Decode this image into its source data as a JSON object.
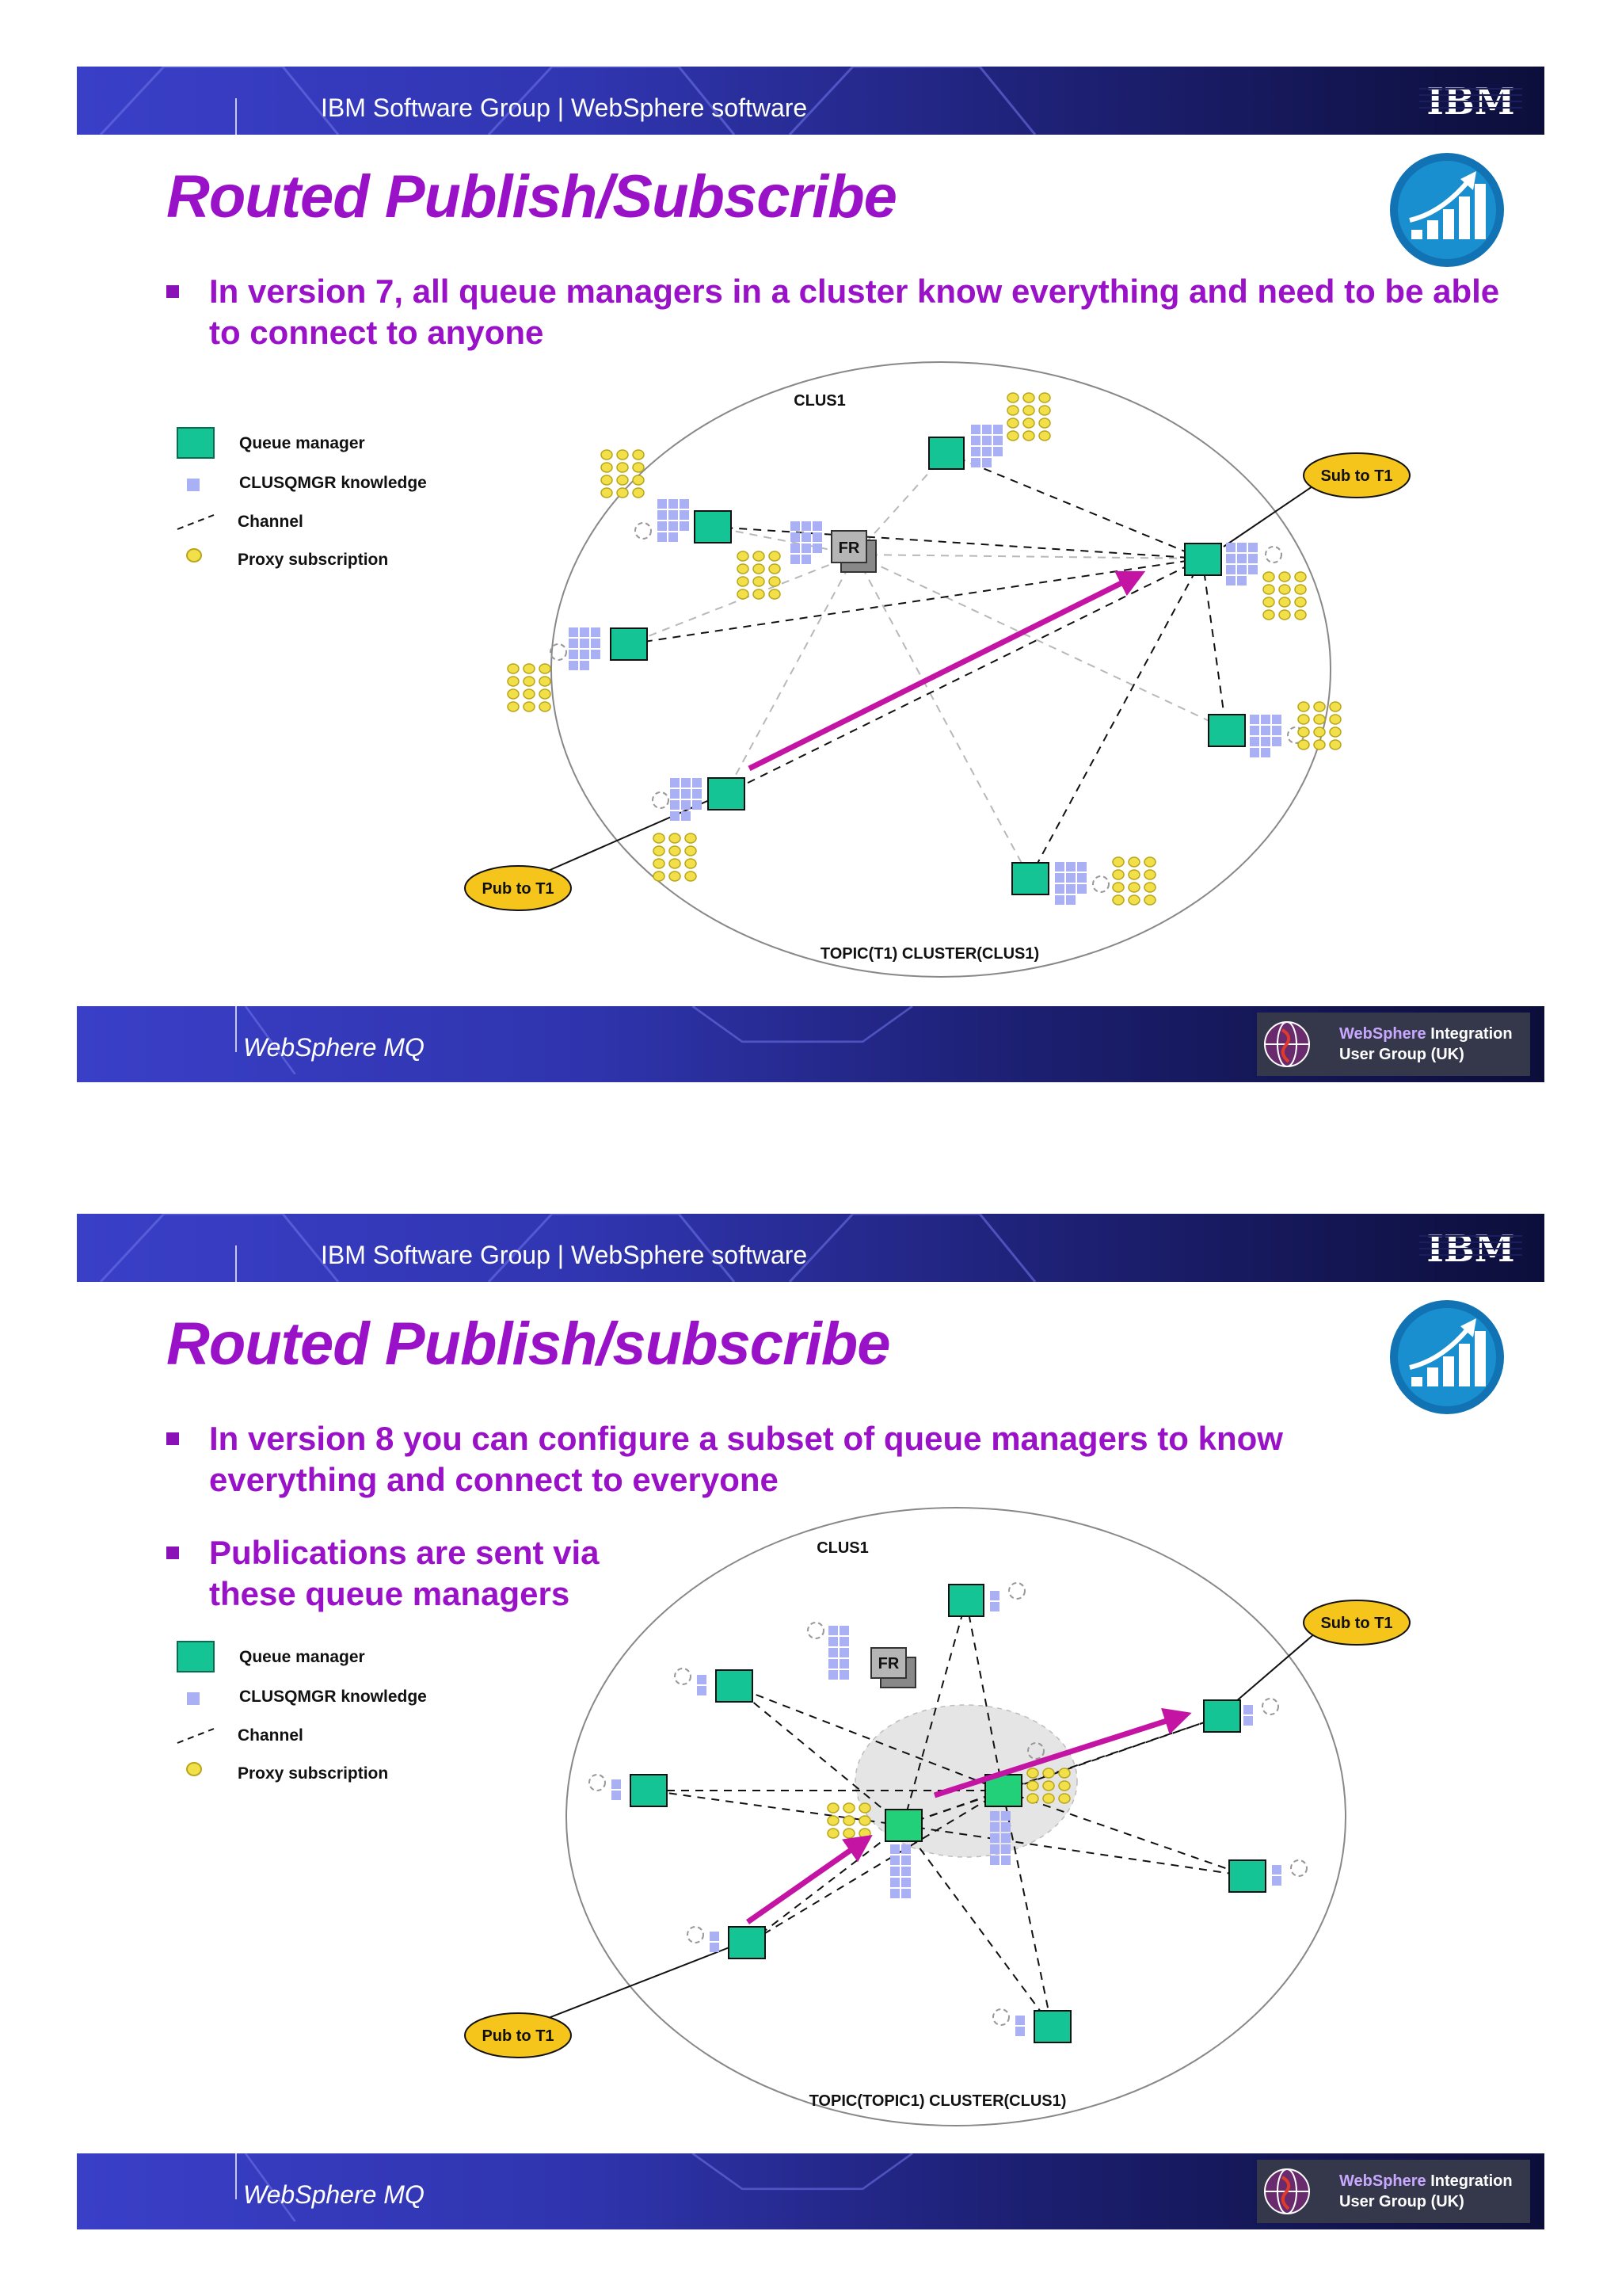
{
  "colors": {
    "accent": "#9a12c8",
    "queue_manager": "#14c494",
    "knowledge": "#aab0f4",
    "proxy": "#f2e04a",
    "bubble": "#f5c51b",
    "arrow": "#c414a4"
  },
  "slides": [
    {
      "header": "IBM Software Group | WebSphere software",
      "logo": "IBM",
      "title": "Routed Publish/Subscribe",
      "bullets": [
        "In version 7, all queue managers in a cluster know everything and need to be able to connect to anyone"
      ],
      "legend": {
        "queue_manager": "Queue manager",
        "knowledge": "CLUSQMGR knowledge",
        "channel": "Channel",
        "proxy": "Proxy subscription"
      },
      "diagram": {
        "cluster": "CLUS1",
        "full_repository": "FR",
        "sub": "Sub to T1",
        "pub": "Pub to T1",
        "topic": "TOPIC(T1) CLUSTER(CLUS1)"
      },
      "footer": {
        "product": "WebSphere MQ",
        "group_brand": "WebSphere",
        "group_line1": " Integration",
        "group_line2": "User Group (UK)"
      }
    },
    {
      "header": "IBM Software Group | WebSphere software",
      "logo": "IBM",
      "title": "Routed Publish/subscribe",
      "bullets": [
        "In version 8 you can configure a subset of queue managers to know everything and connect to everyone",
        "Publications are sent via these queue managers"
      ],
      "legend": {
        "queue_manager": "Queue manager",
        "knowledge": "CLUSQMGR knowledge",
        "channel": "Channel",
        "proxy": "Proxy subscription"
      },
      "diagram": {
        "cluster": "CLUS1",
        "full_repository": "FR",
        "sub": "Sub to T1",
        "pub": "Pub to T1",
        "topic": "TOPIC(TOPIC1) CLUSTER(CLUS1)"
      },
      "footer": {
        "product": "WebSphere MQ",
        "group_brand": "WebSphere",
        "group_line1": " Integration",
        "group_line2": "User Group (UK)"
      }
    }
  ]
}
